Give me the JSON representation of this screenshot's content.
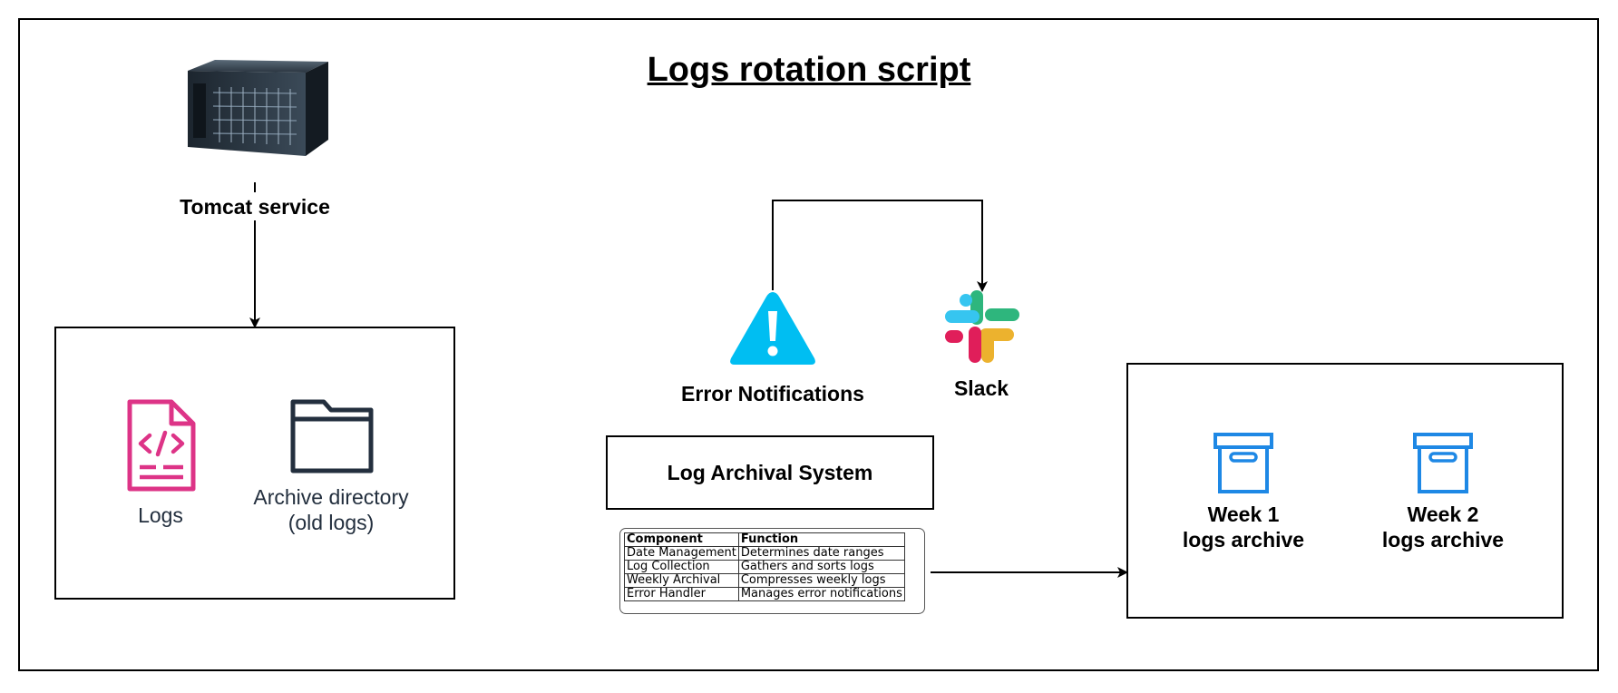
{
  "title": "Logs rotation script",
  "tomcat": {
    "label": "Tomcat service",
    "icon": "server-icon"
  },
  "logs_box": {
    "logs_label": "Logs",
    "logs_icon": "code-file-icon",
    "archive_label_1": "Archive directory",
    "archive_label_2": "(old logs)",
    "archive_icon": "folder-icon"
  },
  "error": {
    "label": "Error Notifications",
    "icon": "warning-icon"
  },
  "slack": {
    "label": "Slack",
    "icon": "slack-icon"
  },
  "archival_system": {
    "label": "Log Archival System"
  },
  "components_table": {
    "headers": [
      "Component",
      "Function"
    ],
    "rows": [
      [
        "Date Management",
        "Determines date ranges"
      ],
      [
        "Log Collection",
        "Gathers and sorts logs"
      ],
      [
        "Weekly Archival",
        "Compresses weekly logs"
      ],
      [
        "Error Handler",
        "Manages error notifications"
      ]
    ]
  },
  "archives": {
    "week1_line1": "Week 1",
    "week1_line2": "logs archive",
    "week2_line1": "Week 2",
    "week2_line2": "logs archive",
    "icon": "archive-box-icon"
  },
  "colors": {
    "logs_pink": "#dd3487",
    "folder_dark": "#232f3e",
    "warning_blue": "#00bef2",
    "archive_blue": "#1e88e5",
    "slack_blue": "#36c5f0",
    "slack_green": "#2eb67d",
    "slack_red": "#e01e5a",
    "slack_yellow": "#ecb22e"
  }
}
